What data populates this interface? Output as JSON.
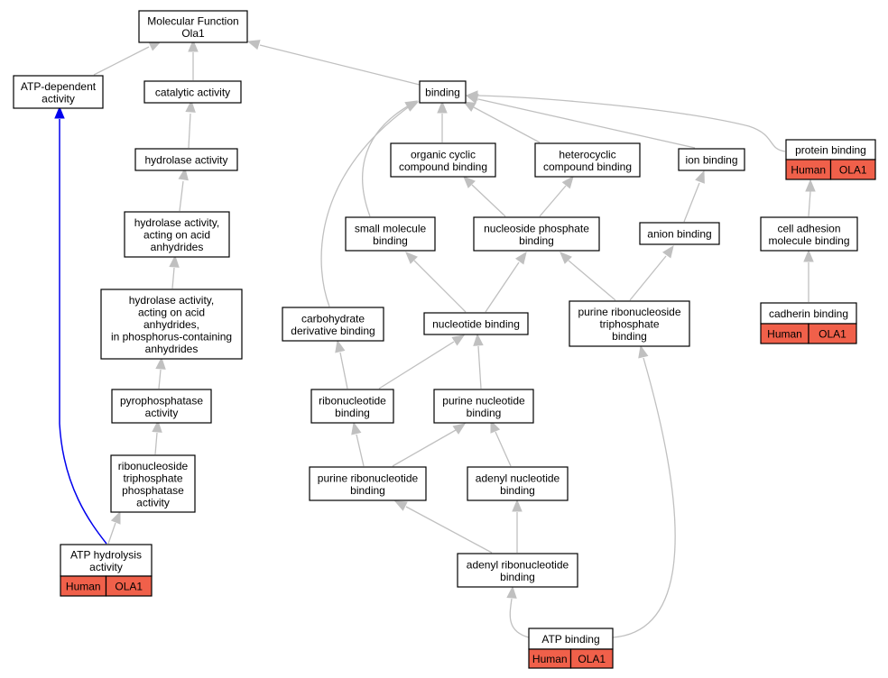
{
  "colors": {
    "annotation_fill": "#f0604a",
    "edge": "#c0c0c0",
    "highlight_edge": "#0000ee"
  },
  "nodes": [
    {
      "id": "mf",
      "lines": [
        "Molecular Function",
        "Ola1"
      ]
    },
    {
      "id": "atpdep",
      "lines": [
        "ATP-dependent",
        "activity"
      ]
    },
    {
      "id": "catalytic",
      "lines": [
        "catalytic activity"
      ]
    },
    {
      "id": "binding",
      "lines": [
        "binding"
      ]
    },
    {
      "id": "protein_binding",
      "lines": [
        "protein binding"
      ],
      "annotation": [
        "Human",
        "OLA1"
      ]
    },
    {
      "id": "hydrolase",
      "lines": [
        "hydrolase activity"
      ]
    },
    {
      "id": "organic_cyclic",
      "lines": [
        "organic cyclic",
        "compound binding"
      ]
    },
    {
      "id": "heterocyclic",
      "lines": [
        "heterocyclic",
        "compound binding"
      ]
    },
    {
      "id": "ion_binding",
      "lines": [
        "ion binding"
      ]
    },
    {
      "id": "hyd_acid",
      "lines": [
        "hydrolase activity,",
        "acting on acid",
        "anhydrides"
      ]
    },
    {
      "id": "small_mol",
      "lines": [
        "small molecule",
        "binding"
      ]
    },
    {
      "id": "nuc_phos",
      "lines": [
        "nucleoside phosphate",
        "binding"
      ]
    },
    {
      "id": "anion",
      "lines": [
        "anion binding"
      ]
    },
    {
      "id": "cell_adh",
      "lines": [
        "cell adhesion",
        "molecule binding"
      ]
    },
    {
      "id": "hyd_phos",
      "lines": [
        "hydrolase activity,",
        "acting on acid",
        "anhydrides,",
        "in phosphorus-containing",
        "anhydrides"
      ]
    },
    {
      "id": "carb_deriv",
      "lines": [
        "carbohydrate",
        "derivative binding"
      ]
    },
    {
      "id": "nucleotide",
      "lines": [
        "nucleotide binding"
      ]
    },
    {
      "id": "pur_rnt_tp",
      "lines": [
        "purine ribonucleoside",
        "triphosphate",
        "binding"
      ]
    },
    {
      "id": "cadherin",
      "lines": [
        "cadherin binding"
      ],
      "annotation": [
        "Human",
        "OLA1"
      ]
    },
    {
      "id": "pyrophos",
      "lines": [
        "pyrophosphatase",
        "activity"
      ]
    },
    {
      "id": "ribonuc",
      "lines": [
        "ribonucleotide",
        "binding"
      ]
    },
    {
      "id": "pur_nuc",
      "lines": [
        "purine nucleotide",
        "binding"
      ]
    },
    {
      "id": "rnt_phos",
      "lines": [
        "ribonucleoside",
        "triphosphate",
        "phosphatase",
        "activity"
      ]
    },
    {
      "id": "pur_ribonuc",
      "lines": [
        "purine ribonucleotide",
        "binding"
      ]
    },
    {
      "id": "adenyl_nuc",
      "lines": [
        "adenyl nucleotide",
        "binding"
      ]
    },
    {
      "id": "atp_hydro",
      "lines": [
        "ATP hydrolysis",
        "activity"
      ],
      "annotation": [
        "Human",
        "OLA1"
      ]
    },
    {
      "id": "adenyl_ribonuc",
      "lines": [
        "adenyl ribonucleotide",
        "binding"
      ]
    },
    {
      "id": "atp_binding",
      "lines": [
        "ATP binding"
      ],
      "annotation": [
        "Human",
        "OLA1"
      ]
    }
  ]
}
